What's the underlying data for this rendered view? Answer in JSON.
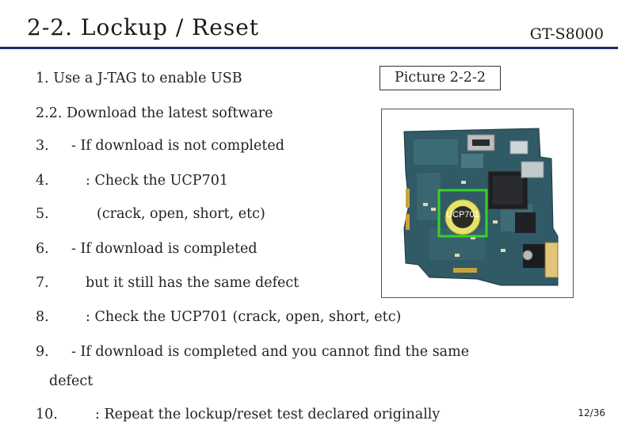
{
  "header": {
    "title": "2-2. Lockup / Reset",
    "model": "GT-S8000"
  },
  "caption": "Picture 2-2-2",
  "picture": {
    "chip_label": "UCP701"
  },
  "steps": [
    {
      "num": "1.",
      "text": "Use a J-TAG to enable USB"
    },
    {
      "num": "",
      "text": "2.2. Download the latest software"
    },
    {
      "num": "3.",
      "text": "- If download is not completed"
    },
    {
      "num": "4.",
      "text": ": Check the UCP701"
    },
    {
      "num": "5.",
      "text": "(crack, open, short, etc)"
    },
    {
      "num": "6.",
      "text": "- If download is completed"
    },
    {
      "num": "7.",
      "text": "but it still has the same defect"
    },
    {
      "num": "8.",
      "text": ": Check the UCP701 (crack, open, short, etc)"
    },
    {
      "num": "9.",
      "text": "- If download is completed and you cannot find the same"
    },
    {
      "num": "",
      "text": "defect"
    },
    {
      "num": "10.",
      "text": ": Repeat the lockup/reset test declared originally"
    }
  ],
  "footer": {
    "page": "12/36"
  }
}
